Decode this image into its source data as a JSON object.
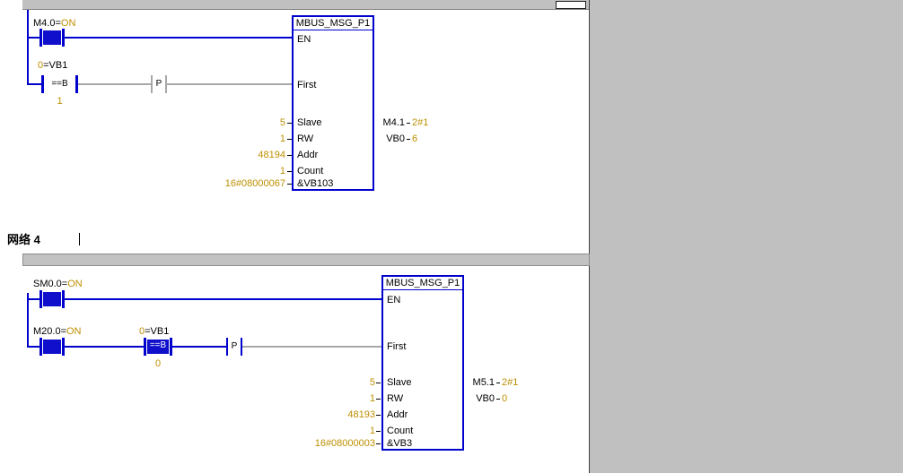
{
  "editor": {
    "colors": {
      "powered_blue": "#0000CC",
      "status_value_orange": "#BE8F00",
      "wire_off_gray": "#A8A8A8",
      "panel_gray": "#C0C0C0"
    },
    "network_prev": {
      "rung1": {
        "operand_label": "M4.0=",
        "status_value": "ON"
      },
      "rung2": {
        "status_value": "0",
        "operand_label": "=VB1",
        "compare_op": "==B",
        "compare_in2": "1",
        "edge_label": "P"
      },
      "block": {
        "title": "MBUS_MSG_P1",
        "en_label": "EN",
        "first_label": "First",
        "params": [
          {
            "name": "Slave",
            "value": "5"
          },
          {
            "name": "RW",
            "value": "1"
          },
          {
            "name": "Addr",
            "value": "48194"
          },
          {
            "name": "Count",
            "value": "1"
          },
          {
            "name": "&VB103",
            "value": "16#08000067"
          }
        ],
        "outputs": [
          {
            "operand": "M4.1",
            "value": "2#1"
          },
          {
            "operand": "VB0",
            "value": "6"
          }
        ]
      }
    },
    "network_header": {
      "title": "网络 4"
    },
    "network4": {
      "rung1": {
        "operand_label": "SM0.0=",
        "status_value": "ON"
      },
      "rung2": {
        "contact_operand_label": "M20.0=",
        "contact_status_value": "ON",
        "status_value": "0",
        "operand_label": "=VB1",
        "compare_op": "==B",
        "compare_in2": "0",
        "edge_label": "P"
      },
      "block": {
        "title": "MBUS_MSG_P1",
        "en_label": "EN",
        "first_label": "First",
        "params": [
          {
            "name": "Slave",
            "value": "5"
          },
          {
            "name": "RW",
            "value": "1"
          },
          {
            "name": "Addr",
            "value": "48193"
          },
          {
            "name": "Count",
            "value": "1"
          },
          {
            "name": "&VB3",
            "value": "16#08000003"
          }
        ],
        "outputs": [
          {
            "operand": "M5.1",
            "value": "2#1"
          },
          {
            "operand": "VB0",
            "value": "0"
          }
        ]
      }
    }
  }
}
